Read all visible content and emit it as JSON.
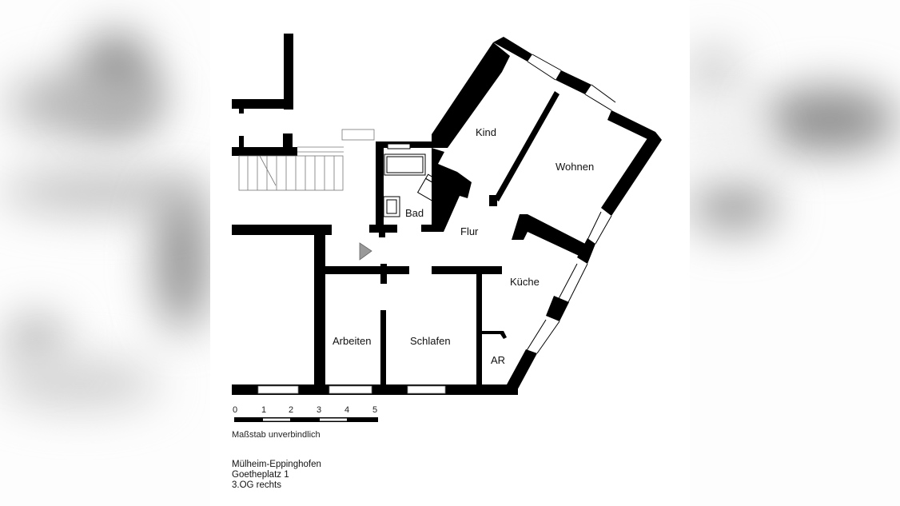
{
  "floorplan": {
    "rooms": [
      {
        "name": "Kind"
      },
      {
        "name": "Wohnen"
      },
      {
        "name": "Bad"
      },
      {
        "name": "Flur"
      },
      {
        "name": "Küche"
      },
      {
        "name": "Arbeiten"
      },
      {
        "name": "Schlafen"
      },
      {
        "name": "AR"
      }
    ],
    "entrance_marker": "triangle-arrow",
    "scale": {
      "ticks": [
        "0",
        "1",
        "2",
        "3",
        "4",
        "5"
      ],
      "caption": "Maßstab unverbindlich"
    },
    "address": {
      "line1": "Mülheim-Eppinghofen",
      "line2": "Goetheplatz 1",
      "line3": "3.OG rechts"
    },
    "colors": {
      "wall": "#000000",
      "background": "#ffffff",
      "marker": "#999999",
      "blur_background": "#b8b8b8"
    }
  }
}
